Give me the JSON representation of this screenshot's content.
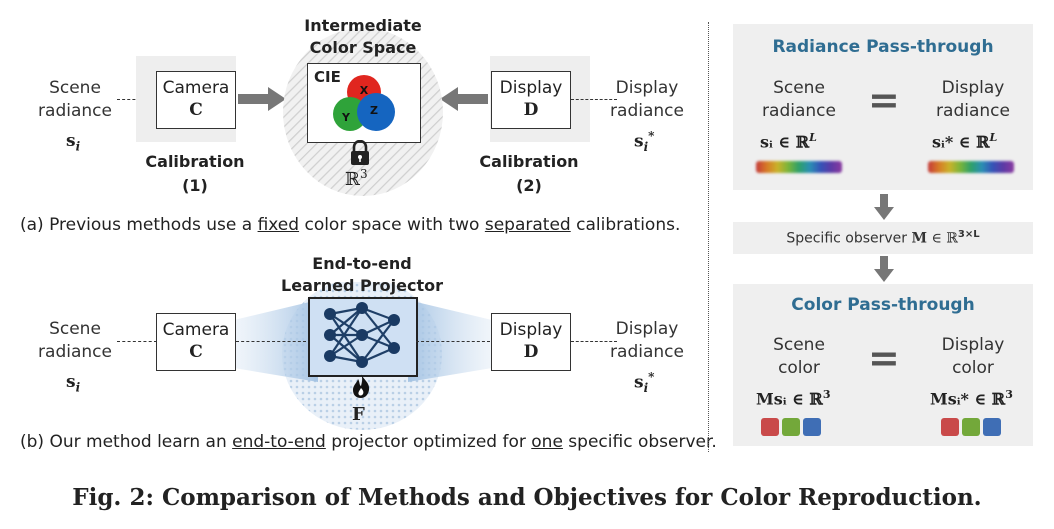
{
  "panel_a": {
    "scene_radiance": [
      "Scene",
      "radiance"
    ],
    "scene_symbol": "s",
    "scene_sub": "i",
    "camera_label": "Camera",
    "camera_symbol": "C",
    "display_label": "Display",
    "display_symbol": "D",
    "display_radiance": [
      "Display",
      "radiance"
    ],
    "display_symbol_out": "s",
    "display_sub_out": "i",
    "display_sup_out": "*",
    "intermediate": [
      "Intermediate",
      "Color Space"
    ],
    "cie": "CIE",
    "xyz": [
      "X",
      "Y",
      "Z"
    ],
    "r3": "ℝ",
    "r3_sup": "3",
    "calib1": [
      "Calibration",
      "(1)"
    ],
    "calib2": [
      "Calibration",
      "(2)"
    ],
    "caption_pre": "(a) Previous methods use a ",
    "caption_u1": "fixed",
    "caption_mid": " color space with two ",
    "caption_u2": "separated",
    "caption_post": " calibrations."
  },
  "panel_b": {
    "scene_radiance": [
      "Scene",
      "radiance"
    ],
    "camera_label": "Camera",
    "camera_symbol": "C",
    "display_label": "Display",
    "display_symbol": "D",
    "display_radiance": [
      "Display",
      "radiance"
    ],
    "projector_title": [
      "End-to-end",
      "Learned Projector"
    ],
    "f_symbol": "F",
    "caption_pre": "(b) Our method learn an ",
    "caption_u1": "end-to-end",
    "caption_mid": " projector optimized for ",
    "caption_u2": "one",
    "caption_post": " specific observer."
  },
  "right": {
    "radiance_title": "Radiance Pass-through",
    "scene_radiance": [
      "Scene",
      "radiance"
    ],
    "display_radiance": [
      "Display",
      "radiance"
    ],
    "scene_math": "sᵢ ∈ ℝ",
    "scene_math_sup": "L",
    "display_math": "sᵢ* ∈ ℝ",
    "display_math_sup": "L",
    "observer_pre": "Specific observer ",
    "observer_M": "M",
    "observer_post": " ∈ ℝ",
    "observer_sup": "3×L",
    "color_title": "Color Pass-through",
    "scene_color": [
      "Scene",
      "color"
    ],
    "display_color": [
      "Display",
      "color"
    ],
    "scene_color_math": "Msᵢ ∈ ℝ",
    "scene_color_sup": "3",
    "display_color_math": "Msᵢ* ∈ ℝ",
    "display_color_sup": "3",
    "equals": "="
  },
  "figure_title": "Fig. 2: Comparison of Methods and Objectives for Color Reproduction.",
  "colors": {
    "title_blue": "#2f6d92",
    "square_red": "#c94a4a",
    "square_green": "#73a83a",
    "square_blue": "#3f6eb5",
    "circle_red": "#e0261f",
    "circle_green": "#2fa33a",
    "circle_blue": "#1565c0"
  }
}
